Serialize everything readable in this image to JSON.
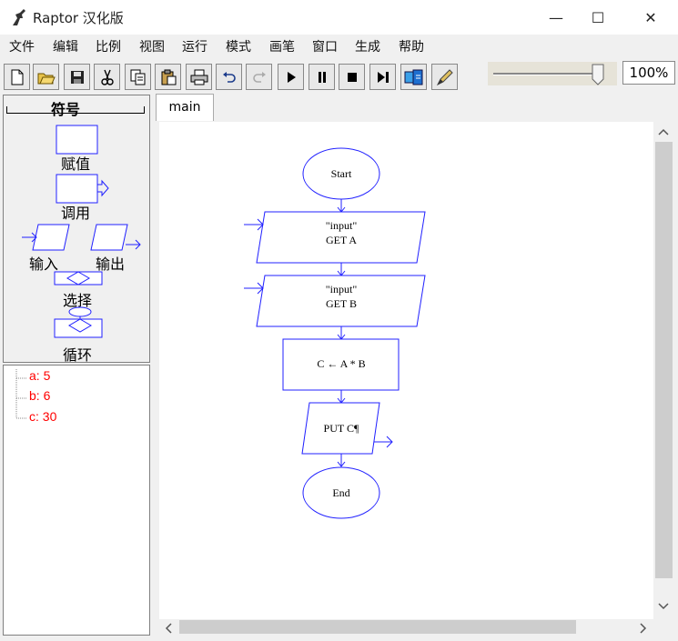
{
  "window": {
    "title": "Raptor 汉化版",
    "minimize_glyph": "—",
    "maximize_glyph": "☐",
    "close_glyph": "✕"
  },
  "menu": [
    "文件",
    "编辑",
    "比例",
    "视图",
    "运行",
    "模式",
    "画笔",
    "窗口",
    "生成",
    "帮助"
  ],
  "toolbar": {
    "buttons": [
      "new-file",
      "open-folder",
      "save",
      "cut",
      "copy",
      "paste",
      "print",
      "undo",
      "redo",
      "run",
      "pause",
      "stop",
      "step",
      "memory",
      "pen"
    ],
    "zoom": "100%",
    "slider_value": 1.0
  },
  "symbols": {
    "title": "符号",
    "assignment": "赋值",
    "call": "调用",
    "input": "输入",
    "output": "输出",
    "selection": "选择",
    "loop": "循环"
  },
  "variables": [
    {
      "text": "a: 5"
    },
    {
      "text": "b: 6"
    },
    {
      "text": "c: 30"
    }
  ],
  "tabs": {
    "main": "main"
  },
  "flowchart": {
    "start": "Start",
    "input1_prompt": "\"input\"",
    "input1_var": "GET A",
    "input2_prompt": "\"input\"",
    "input2_var": "GET B",
    "assign": "C ← A * B",
    "output": "PUT C¶",
    "end": "End"
  },
  "colors": {
    "flow_stroke": "#2020ff",
    "var_text": "#ff0000"
  }
}
